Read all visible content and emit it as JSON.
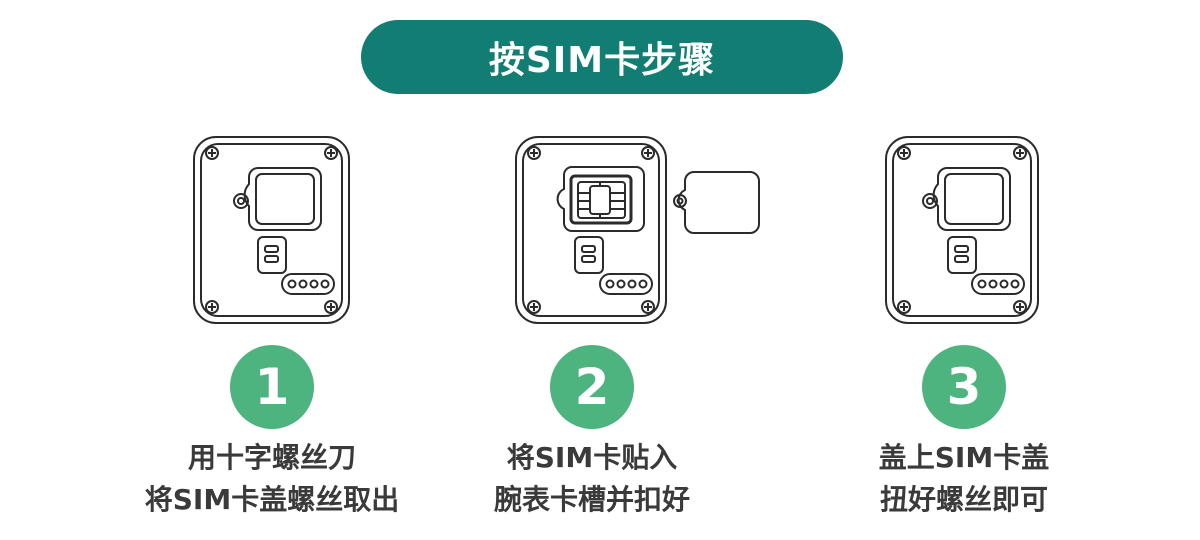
{
  "title": "按SIM卡步骤",
  "colors": {
    "banner": "#127d72",
    "badge": "#4eb47f",
    "text": "#3a3a3a",
    "line": "#2b2b2b"
  },
  "steps": [
    {
      "number": "1",
      "line1": "用十字螺丝刀",
      "line2": "将SIM卡盖螺丝取出"
    },
    {
      "number": "2",
      "line1": "将SIM卡贴入",
      "line2": "腕表卡槽并扣好"
    },
    {
      "number": "3",
      "line1": "盖上SIM卡盖",
      "line2": "扭好螺丝即可"
    }
  ]
}
